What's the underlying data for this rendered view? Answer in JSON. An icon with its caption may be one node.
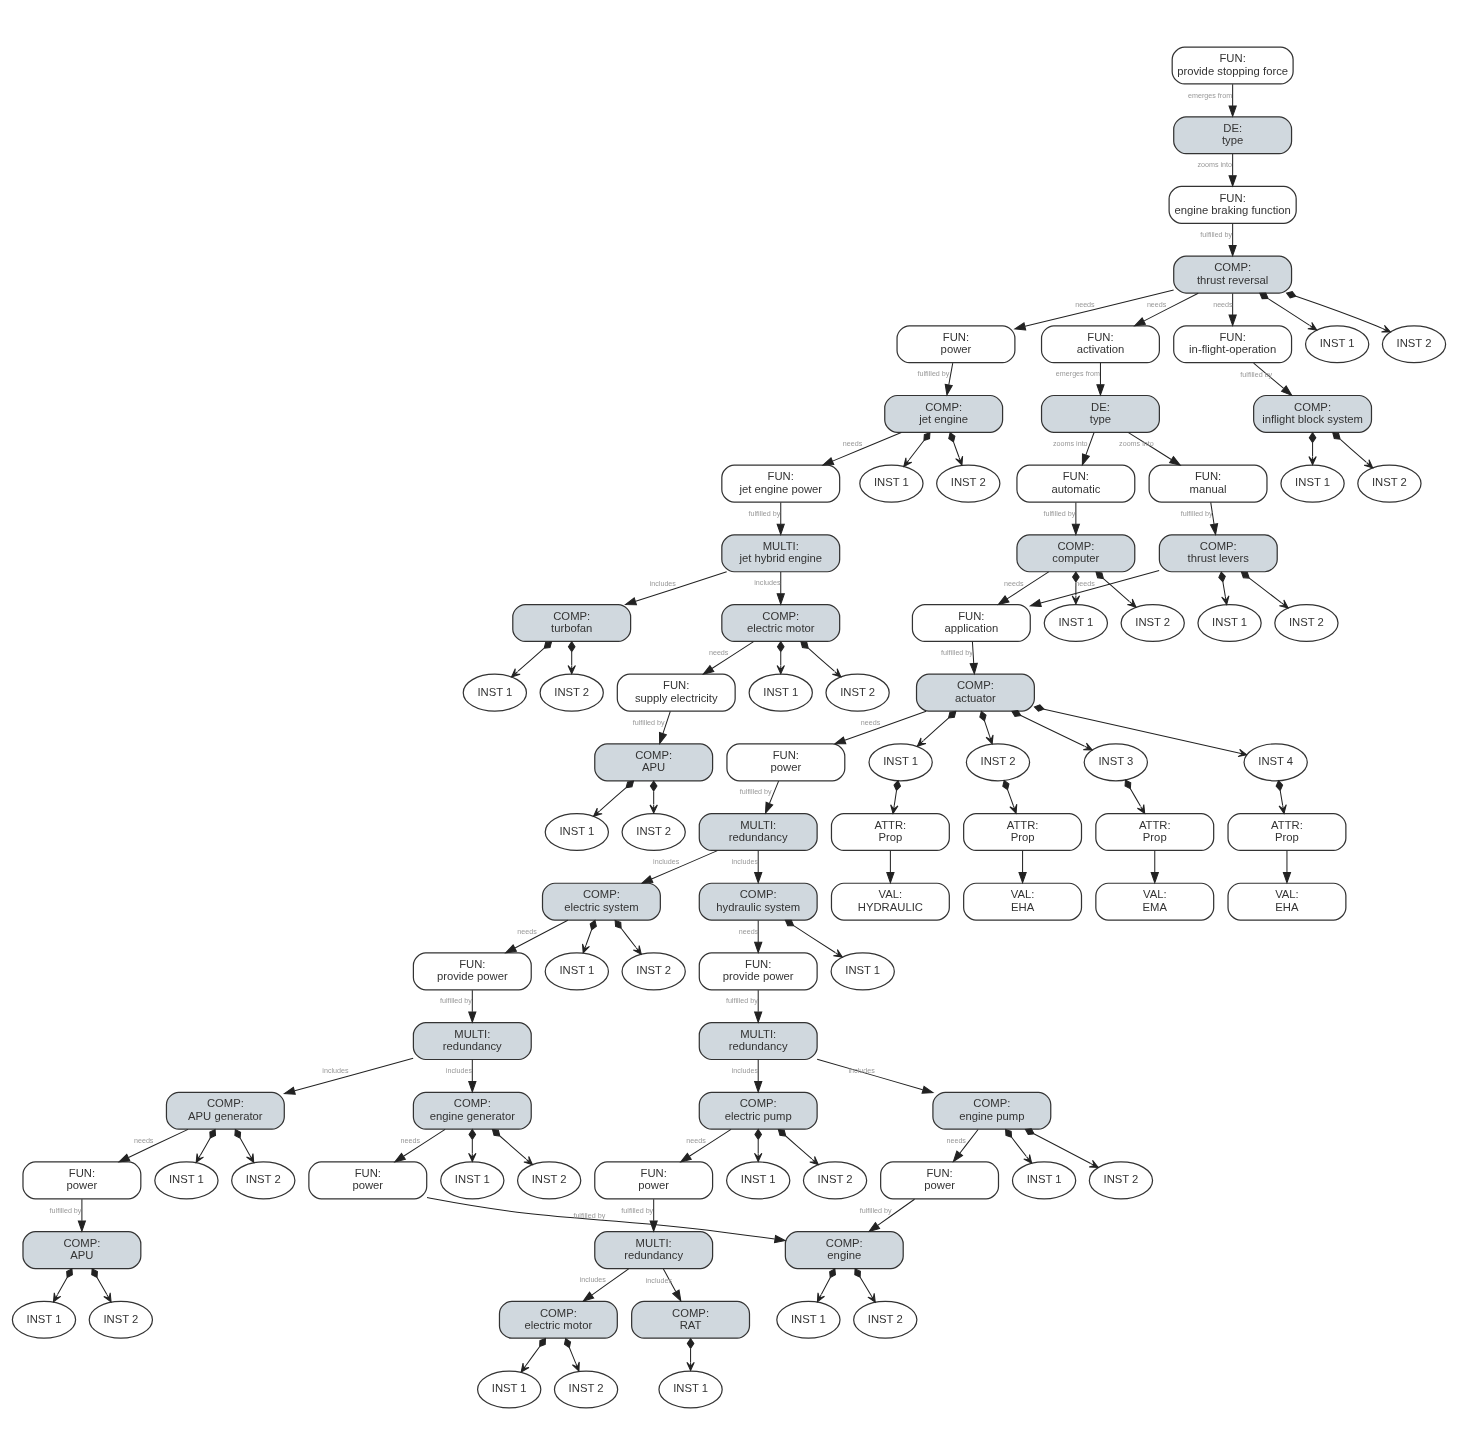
{
  "diagram": {
    "nodes": [
      {
        "text": [
          "FUN:",
          "provide stopping force"
        ]
      },
      {
        "text": [
          "DE:",
          "type"
        ]
      },
      {
        "text": [
          "FUN:",
          "engine braking function"
        ]
      },
      {
        "text": [
          "COMP:",
          "thrust reversal"
        ]
      },
      {
        "text": [
          "FUN:",
          "power"
        ]
      },
      {
        "text": [
          "FUN:",
          "activation"
        ]
      },
      {
        "text": [
          "FUN:",
          "in-flight-operation"
        ]
      },
      {
        "text": [
          "INST 1"
        ]
      },
      {
        "text": [
          "INST 2"
        ]
      },
      {
        "text": [
          "COMP:",
          "jet engine"
        ]
      },
      {
        "text": [
          "DE:",
          "type"
        ]
      },
      {
        "text": [
          "COMP:",
          "inflight block system"
        ]
      },
      {
        "text": [
          "FUN:",
          "jet engine power"
        ]
      },
      {
        "text": [
          "INST 1"
        ]
      },
      {
        "text": [
          "INST 2"
        ]
      },
      {
        "text": [
          "FUN:",
          "automatic"
        ]
      },
      {
        "text": [
          "FUN:",
          "manual"
        ]
      },
      {
        "text": [
          "INST 1"
        ]
      },
      {
        "text": [
          "INST 2"
        ]
      },
      {
        "text": [
          "MULTI:",
          "jet hybrid engine"
        ]
      },
      {
        "text": [
          "COMP:",
          "computer"
        ]
      },
      {
        "text": [
          "COMP:",
          "thrust levers"
        ]
      },
      {
        "text": [
          "COMP:",
          "turbofan"
        ]
      },
      {
        "text": [
          "COMP:",
          "electric motor"
        ]
      },
      {
        "text": [
          "FUN:",
          "application"
        ]
      },
      {
        "text": [
          "INST 1"
        ]
      },
      {
        "text": [
          "INST 2"
        ]
      },
      {
        "text": [
          "INST 1"
        ]
      },
      {
        "text": [
          "INST 2"
        ]
      },
      {
        "text": [
          "INST 1"
        ]
      },
      {
        "text": [
          "INST 2"
        ]
      },
      {
        "text": [
          "FUN:",
          "supply electricity"
        ]
      },
      {
        "text": [
          "INST 1"
        ]
      },
      {
        "text": [
          "INST 2"
        ]
      },
      {
        "text": [
          "COMP:",
          "actuator"
        ]
      },
      {
        "text": [
          "COMP:",
          "APU"
        ]
      },
      {
        "text": [
          "FUN:",
          "power"
        ]
      },
      {
        "text": [
          "INST 1"
        ]
      },
      {
        "text": [
          "INST 2"
        ]
      },
      {
        "text": [
          "INST 3"
        ]
      },
      {
        "text": [
          "INST 4"
        ]
      },
      {
        "text": [
          "INST 1"
        ]
      },
      {
        "text": [
          "INST 2"
        ]
      },
      {
        "text": [
          "MULTI:",
          "redundancy"
        ]
      },
      {
        "text": [
          "ATTR:",
          "Prop"
        ]
      },
      {
        "text": [
          "ATTR:",
          "Prop"
        ]
      },
      {
        "text": [
          "ATTR:",
          "Prop"
        ]
      },
      {
        "text": [
          "ATTR:",
          "Prop"
        ]
      },
      {
        "text": [
          "COMP:",
          "electric system"
        ]
      },
      {
        "text": [
          "COMP:",
          "hydraulic system"
        ]
      },
      {
        "text": [
          "VAL:",
          "HYDRAULIC"
        ]
      },
      {
        "text": [
          "VAL:",
          "EHA"
        ]
      },
      {
        "text": [
          "VAL:",
          "EMA"
        ]
      },
      {
        "text": [
          "VAL:",
          "EHA"
        ]
      },
      {
        "text": [
          "FUN:",
          "provide power"
        ]
      },
      {
        "text": [
          "INST 1"
        ]
      },
      {
        "text": [
          "INST 2"
        ]
      },
      {
        "text": [
          "FUN:",
          "provide power"
        ]
      },
      {
        "text": [
          "INST 1"
        ]
      },
      {
        "text": [
          "MULTI:",
          "redundancy"
        ]
      },
      {
        "text": [
          "MULTI:",
          "redundancy"
        ]
      },
      {
        "text": [
          "COMP:",
          "APU generator"
        ]
      },
      {
        "text": [
          "COMP:",
          "engine generator"
        ]
      },
      {
        "text": [
          "COMP:",
          "electric pump"
        ]
      },
      {
        "text": [
          "COMP:",
          "engine pump"
        ]
      },
      {
        "text": [
          "FUN:",
          "power"
        ]
      },
      {
        "text": [
          "INST 1"
        ]
      },
      {
        "text": [
          "INST 2"
        ]
      },
      {
        "text": [
          "FUN:",
          "power"
        ]
      },
      {
        "text": [
          "INST 1"
        ]
      },
      {
        "text": [
          "INST 2"
        ]
      },
      {
        "text": [
          "FUN:",
          "power"
        ]
      },
      {
        "text": [
          "INST 1"
        ]
      },
      {
        "text": [
          "INST 2"
        ]
      },
      {
        "text": [
          "FUN:",
          "power"
        ]
      },
      {
        "text": [
          "INST 1"
        ]
      },
      {
        "text": [
          "INST 2"
        ]
      },
      {
        "text": [
          "COMP:",
          "APU"
        ]
      },
      {
        "text": [
          "MULTI:",
          "redundancy"
        ]
      },
      {
        "text": [
          "COMP:",
          "engine"
        ]
      },
      {
        "text": [
          "INST 1"
        ]
      },
      {
        "text": [
          "INST 2"
        ]
      },
      {
        "text": [
          "COMP:",
          "electric motor"
        ]
      },
      {
        "text": [
          "COMP:",
          "RAT"
        ]
      },
      {
        "text": [
          "INST 1"
        ]
      },
      {
        "text": [
          "INST 2"
        ]
      },
      {
        "text": [
          "INST 1"
        ]
      },
      {
        "text": [
          "INST 2"
        ]
      },
      {
        "text": [
          "INST 1"
        ]
      }
    ],
    "edges": [
      {
        "from": 0,
        "to": 1,
        "arrow": "to",
        "label": "emerges from"
      },
      {
        "from": 1,
        "to": 2,
        "arrow": "to",
        "label": "zooms into"
      },
      {
        "from": 2,
        "to": 3,
        "arrow": "to",
        "label": "fulfilled by"
      },
      {
        "from": 3,
        "to": 4,
        "arrow": "to",
        "label": "needs"
      },
      {
        "from": 3,
        "to": 5,
        "arrow": "to",
        "label": "needs"
      },
      {
        "from": 3,
        "to": 6,
        "arrow": "to",
        "label": "needs"
      },
      {
        "from": 3,
        "to": 7,
        "arrow": "to"
      },
      {
        "from": 3,
        "to": 8,
        "arrow": "to"
      },
      {
        "from": 4,
        "to": 9,
        "arrow": "to",
        "label": "fulfilled by"
      },
      {
        "from": 5,
        "to": 10,
        "arrow": "to",
        "label": "emerges from"
      },
      {
        "from": 6,
        "to": 11,
        "arrow": "to",
        "label": "fulfilled by"
      },
      {
        "from": 9,
        "to": 12,
        "arrow": "to",
        "label": "needs"
      },
      {
        "from": 9,
        "to": 13,
        "arrow": "to"
      },
      {
        "from": 9,
        "to": 14,
        "arrow": "to"
      },
      {
        "from": 10,
        "to": 15,
        "arrow": "to",
        "label": "zooms into"
      },
      {
        "from": 10,
        "to": 16,
        "arrow": "to",
        "label": "zooms into"
      },
      {
        "from": 11,
        "to": 17,
        "arrow": "to"
      },
      {
        "from": 11,
        "to": 18,
        "arrow": "to"
      },
      {
        "from": 12,
        "to": 19,
        "arrow": "to",
        "label": "fulfilled by"
      },
      {
        "from": 15,
        "to": 20,
        "arrow": "to",
        "label": "fulfilled by"
      },
      {
        "from": 16,
        "to": 21,
        "arrow": "to",
        "label": "fulfilled by"
      },
      {
        "from": 19,
        "to": 22,
        "arrow": "to",
        "label": "includes"
      },
      {
        "from": 19,
        "to": 23,
        "arrow": "to",
        "label": "includes"
      },
      {
        "from": 20,
        "to": 24,
        "arrow": "to",
        "label": "needs"
      },
      {
        "from": 20,
        "to": 25,
        "arrow": "to"
      },
      {
        "from": 20,
        "to": 26,
        "arrow": "to"
      },
      {
        "from": 21,
        "to": 24,
        "arrow": "to",
        "label": "needs"
      },
      {
        "from": 21,
        "to": 27,
        "arrow": "to"
      },
      {
        "from": 21,
        "to": 28,
        "arrow": "to"
      },
      {
        "from": 22,
        "to": 29,
        "arrow": "to"
      },
      {
        "from": 22,
        "to": 30,
        "arrow": "to"
      },
      {
        "from": 23,
        "to": 31,
        "arrow": "to",
        "label": "needs"
      },
      {
        "from": 23,
        "to": 32,
        "arrow": "to"
      },
      {
        "from": 23,
        "to": 33,
        "arrow": "to"
      },
      {
        "from": 24,
        "to": 34,
        "arrow": "to",
        "label": "fulfilled by"
      },
      {
        "from": 31,
        "to": 35,
        "arrow": "to",
        "label": "fulfilled by"
      },
      {
        "from": 34,
        "to": 36,
        "arrow": "to",
        "label": "needs"
      },
      {
        "from": 34,
        "to": 37,
        "arrow": "to"
      },
      {
        "from": 34,
        "to": 38,
        "arrow": "to"
      },
      {
        "from": 34,
        "to": 39,
        "arrow": "to"
      },
      {
        "from": 34,
        "to": 40,
        "arrow": "to"
      },
      {
        "from": 35,
        "to": 41,
        "arrow": "to"
      },
      {
        "from": 35,
        "to": 42,
        "arrow": "to"
      },
      {
        "from": 36,
        "to": 43,
        "arrow": "to",
        "label": "fulfilled by"
      },
      {
        "from": 37,
        "to": 44,
        "arrow": "to"
      },
      {
        "from": 38,
        "to": 45,
        "arrow": "to"
      },
      {
        "from": 39,
        "to": 46,
        "arrow": "to"
      },
      {
        "from": 40,
        "to": 47,
        "arrow": "to"
      },
      {
        "from": 43,
        "to": 48,
        "arrow": "to",
        "label": "includes"
      },
      {
        "from": 43,
        "to": 49,
        "arrow": "to",
        "label": "includes"
      },
      {
        "from": 44,
        "to": 50,
        "arrow": "to"
      },
      {
        "from": 45,
        "to": 51,
        "arrow": "to"
      },
      {
        "from": 46,
        "to": 52,
        "arrow": "to"
      },
      {
        "from": 47,
        "to": 53,
        "arrow": "to"
      },
      {
        "from": 48,
        "to": 54,
        "arrow": "to",
        "label": "needs"
      },
      {
        "from": 48,
        "to": 55,
        "arrow": "to"
      },
      {
        "from": 48,
        "to": 56,
        "arrow": "to"
      },
      {
        "from": 49,
        "to": 57,
        "arrow": "to",
        "label": "needs"
      },
      {
        "from": 49,
        "to": 58,
        "arrow": "to"
      },
      {
        "from": 54,
        "to": 59,
        "arrow": "to",
        "label": "fulfilled by"
      },
      {
        "from": 57,
        "to": 60,
        "arrow": "to",
        "label": "fulfilled by"
      },
      {
        "from": 59,
        "to": 61,
        "arrow": "to",
        "label": "includes"
      },
      {
        "from": 59,
        "to": 62,
        "arrow": "to",
        "label": "includes"
      },
      {
        "from": 60,
        "to": 63,
        "arrow": "to",
        "label": "includes"
      },
      {
        "from": 60,
        "to": 64,
        "arrow": "to",
        "label": "includes"
      },
      {
        "from": 61,
        "to": 65,
        "arrow": "to",
        "label": "needs"
      },
      {
        "from": 61,
        "to": 66,
        "arrow": "to"
      },
      {
        "from": 61,
        "to": 67,
        "arrow": "to"
      },
      {
        "from": 62,
        "to": 68,
        "arrow": "to",
        "label": "needs"
      },
      {
        "from": 62,
        "to": 69,
        "arrow": "to"
      },
      {
        "from": 62,
        "to": 70,
        "arrow": "to"
      },
      {
        "from": 63,
        "to": 71,
        "arrow": "to",
        "label": "needs"
      },
      {
        "from": 63,
        "to": 72,
        "arrow": "to"
      },
      {
        "from": 63,
        "to": 73,
        "arrow": "to"
      },
      {
        "from": 64,
        "to": 74,
        "arrow": "to",
        "label": "needs"
      },
      {
        "from": 64,
        "to": 75,
        "arrow": "to"
      },
      {
        "from": 64,
        "to": 76,
        "arrow": "to"
      },
      {
        "from": 65,
        "to": 77,
        "arrow": "to",
        "label": "fulfilled by"
      },
      {
        "from": 68,
        "to": 79,
        "arrow": "to",
        "label": "fulfilled by"
      },
      {
        "from": 71,
        "to": 78,
        "arrow": "to",
        "label": "fulfilled by"
      },
      {
        "from": 74,
        "to": 79,
        "arrow": "to",
        "label": "fulfilled by"
      },
      {
        "from": 77,
        "to": 80,
        "arrow": "to"
      },
      {
        "from": 77,
        "to": 81,
        "arrow": "to"
      },
      {
        "from": 78,
        "to": 82,
        "arrow": "to",
        "label": "includes"
      },
      {
        "from": 78,
        "to": 83,
        "arrow": "to",
        "label": "includes"
      },
      {
        "from": 79,
        "to": 84,
        "arrow": "to"
      },
      {
        "from": 79,
        "to": 85,
        "arrow": "to"
      },
      {
        "from": 82,
        "to": 86,
        "arrow": "to"
      },
      {
        "from": 82,
        "to": 87,
        "arrow": "to"
      },
      {
        "from": 83,
        "to": 88,
        "arrow": "to"
      }
    ]
  }
}
